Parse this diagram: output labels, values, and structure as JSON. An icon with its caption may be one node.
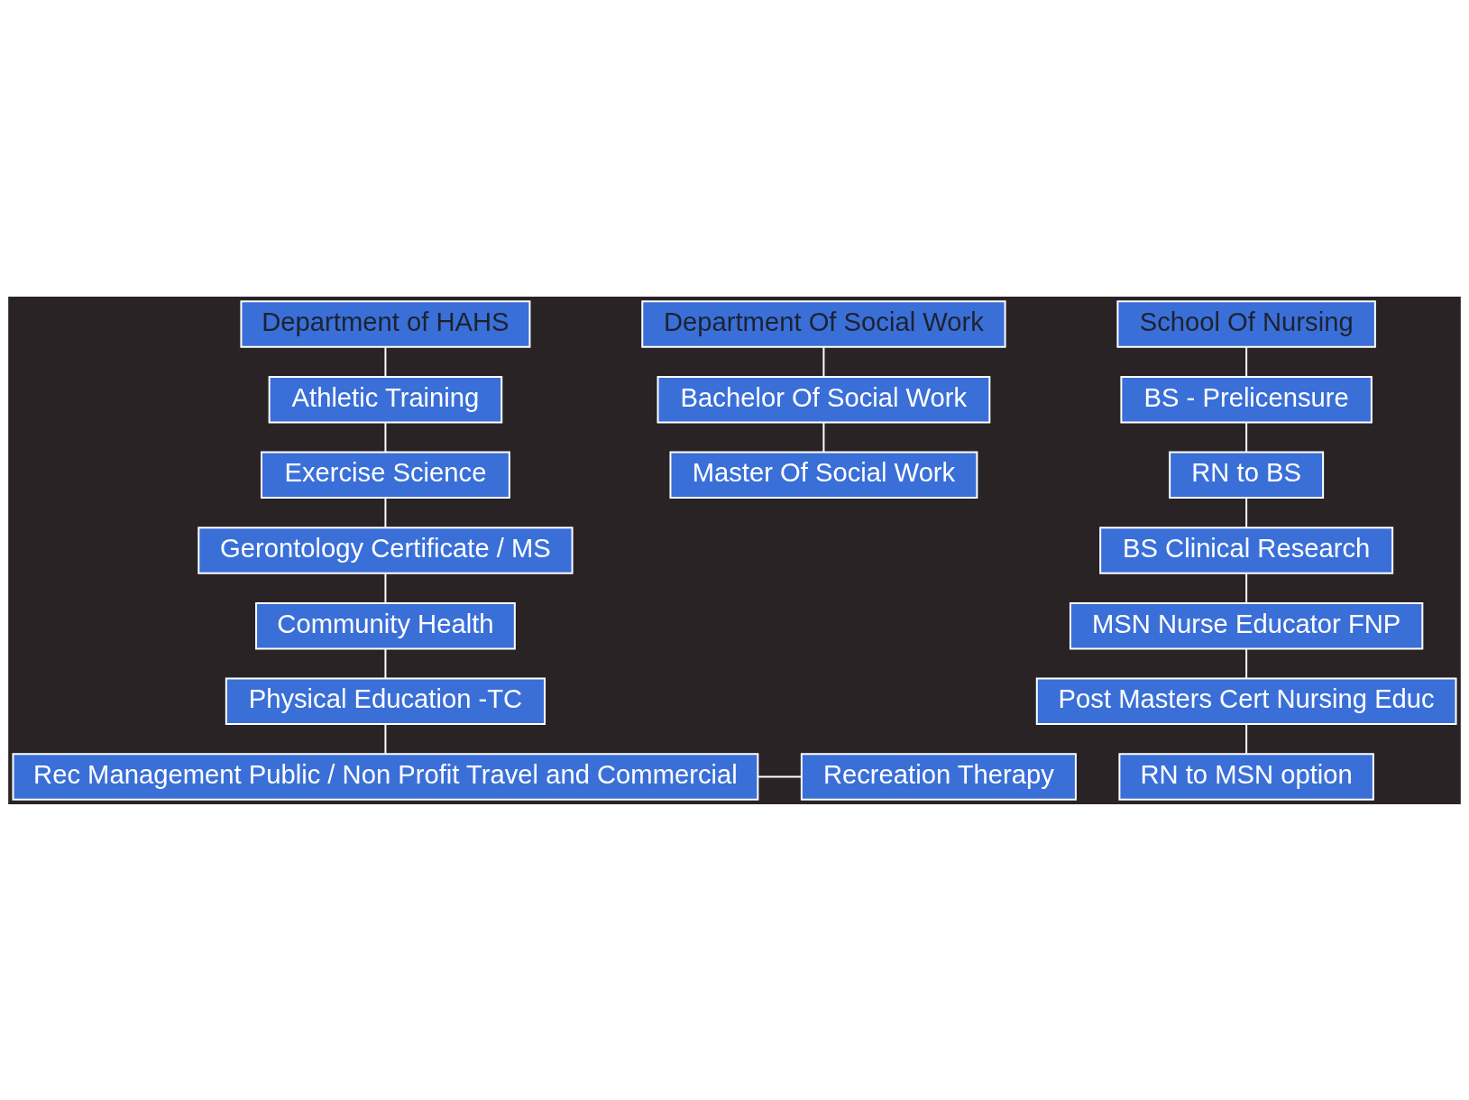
{
  "diagram": {
    "nodes": [
      {
        "text": [
          "Department of HAHS"
        ]
      },
      {
        "text": [
          "Athletic Training"
        ]
      },
      {
        "text": [
          "Exercise Science"
        ]
      },
      {
        "text": [
          "Gerontology Certificate / MS"
        ]
      },
      {
        "text": [
          "Community Health"
        ]
      },
      {
        "text": [
          "Physical Education -TC"
        ]
      },
      {
        "text": [
          "Rec Management Public / Non Profit Travel and Commercial"
        ]
      },
      {
        "text": [
          "Recreation Therapy"
        ]
      },
      {
        "text": [
          "Department Of Social Work"
        ]
      },
      {
        "text": [
          "Bachelor Of Social Work"
        ]
      },
      {
        "text": [
          "Master Of Social Work"
        ]
      },
      {
        "text": [
          "School Of Nursing"
        ]
      },
      {
        "text": [
          "BS - Prelicensure"
        ]
      },
      {
        "text": [
          "RN to BS"
        ]
      },
      {
        "text": [
          "BS Clinical Research"
        ]
      },
      {
        "text": [
          "MSN Nurse Educator FNP"
        ]
      },
      {
        "text": [
          "Post Masters Cert Nursing Educ"
        ]
      },
      {
        "text": [
          "RN to MSN option"
        ]
      }
    ],
    "edges": [
      {
        "from": 0,
        "to": 1,
        "arrow": "none"
      },
      {
        "from": 1,
        "to": 2,
        "arrow": "none"
      },
      {
        "from": 2,
        "to": 3,
        "arrow": "none"
      },
      {
        "from": 3,
        "to": 4,
        "arrow": "none"
      },
      {
        "from": 4,
        "to": 5,
        "arrow": "none"
      },
      {
        "from": 5,
        "to": 6,
        "arrow": "none"
      },
      {
        "from": 6,
        "to": 7,
        "arrow": "none"
      },
      {
        "from": 8,
        "to": 9,
        "arrow": "none"
      },
      {
        "from": 9,
        "to": 10,
        "arrow": "none"
      },
      {
        "from": 11,
        "to": 12,
        "arrow": "none"
      },
      {
        "from": 12,
        "to": 13,
        "arrow": "none"
      },
      {
        "from": 13,
        "to": 14,
        "arrow": "none"
      },
      {
        "from": 14,
        "to": 15,
        "arrow": "none"
      },
      {
        "from": 15,
        "to": 16,
        "arrow": "none"
      },
      {
        "from": 16,
        "to": 17,
        "arrow": "none"
      }
    ]
  }
}
